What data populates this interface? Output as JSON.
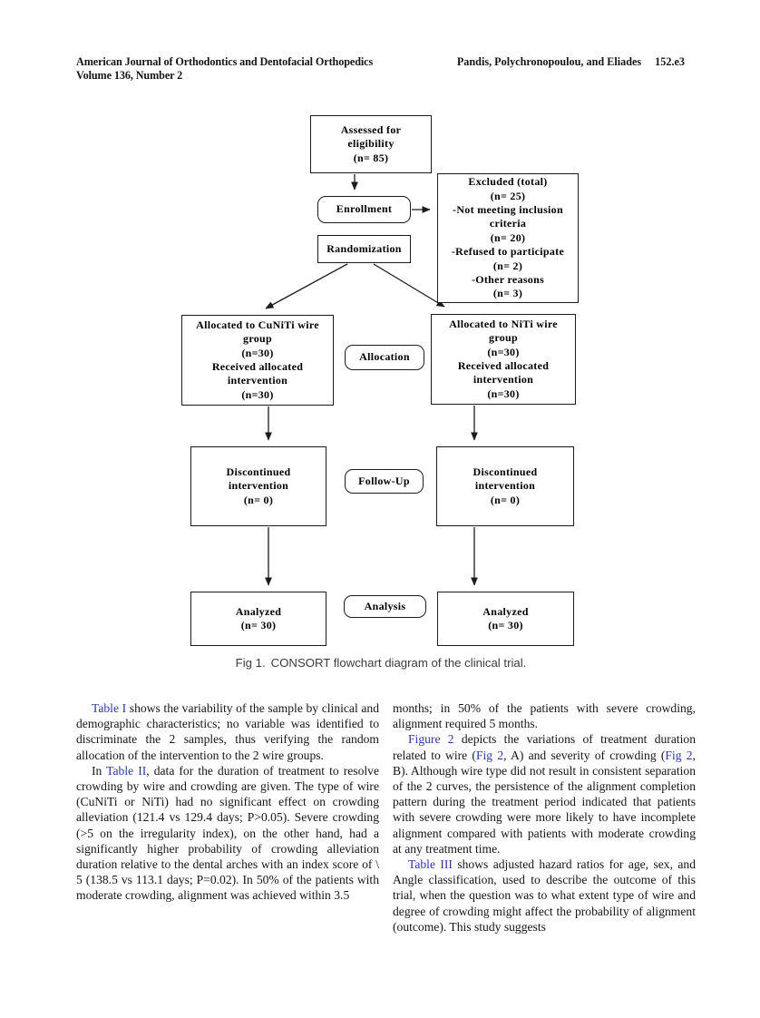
{
  "header": {
    "journal": "American Journal of Orthodontics and Dentofacial Orthopedics",
    "issue": "Volume 136, Number 2",
    "authors": "Pandis, Polychronopoulou, and Eliades",
    "page": "152.e3"
  },
  "flowchart": {
    "boxes": {
      "assessed": "Assessed for\neligibility\n(n= 85)",
      "enrollment": "Enrollment",
      "excluded": "Excluded  (total)\n(n= 25)\n-Not meeting inclusion\ncriteria\n(n= 20)\n-Refused to participate\n(n= 2)\n-Other reasons\n(n= 3)",
      "randomization": "Randomization",
      "allocated_cuniti": "Allocated to CuNiTi wire\ngroup\n(n=30)\nReceived allocated\nintervention\n(n=30)",
      "allocation": "Allocation",
      "allocated_niti": "Allocated to NiTi wire\ngroup\n(n=30)\nReceived allocated\nintervention\n(n=30)",
      "discontinued_left": "Discontinued\nintervention\n(n= 0)",
      "followup": "Follow-Up",
      "discontinued_right": "Discontinued\nintervention\n(n= 0)",
      "analyzed_left": "Analyzed\n(n= 30)",
      "analysis": "Analysis",
      "analyzed_right": "Analyzed\n(n= 30)"
    }
  },
  "caption": {
    "label": "Fig 1.",
    "text": "CONSORT flowchart diagram of the clinical trial."
  },
  "body": {
    "left_column": [
      {
        "indent": true,
        "segments": [
          {
            "text": "Table I",
            "link": true
          },
          {
            "text": " shows the variability of the sample by clinical and demographic characteristics; no variable was identified to discriminate the 2 samples, thus verifying the random allocation of the intervention to the 2 wire groups."
          }
        ]
      },
      {
        "indent": true,
        "segments": [
          {
            "text": "In "
          },
          {
            "text": "Table II",
            "link": true
          },
          {
            "text": ", data for the duration of treatment to resolve crowding by wire and crowding are given. The type of wire (CuNiTi or NiTi) had no significant effect on crowding alleviation (121.4 vs 129.4 days; P>0.05). Severe crowding (>5 on the irregularity index), on the other hand, had a significantly higher probability of crowding alleviation duration relative to the dental arches with an index score of \\ 5 (138.5 vs 113.1 days; P=0.02). In 50% of the patients with moderate crowding, alignment was achieved within 3.5"
          }
        ]
      }
    ],
    "right_column": [
      {
        "indent": false,
        "segments": [
          {
            "text": "months; in 50% of the patients with severe crowding, alignment required 5 months."
          }
        ]
      },
      {
        "indent": true,
        "segments": [
          {
            "text": "Figure 2",
            "link": true
          },
          {
            "text": " depicts the variations of treatment duration related to wire ("
          },
          {
            "text": "Fig 2",
            "link": true
          },
          {
            "text": ", A) and severity of crowding ("
          },
          {
            "text": "Fig 2",
            "link": true
          },
          {
            "text": ", B). Although wire type did not result in consistent separation of the 2 curves, the persistence of the alignment completion pattern during the treatment period indicated that patients with severe crowding were more likely to have incomplete alignment compared with patients with moderate crowding at any treatment time."
          }
        ]
      },
      {
        "indent": true,
        "segments": [
          {
            "text": "Table III",
            "link": true
          },
          {
            "text": " shows adjusted hazard ratios for age, sex, and Angle classification, used to describe the outcome of this trial, when the question was to what extent type of wire and degree of crowding might affect the probability of alignment (outcome). This study suggests"
          }
        ]
      }
    ]
  },
  "colors": {
    "ink": "#151515",
    "link": "#2c38a6",
    "caption": "#3c3c3c",
    "line": "#1b1b1b"
  }
}
